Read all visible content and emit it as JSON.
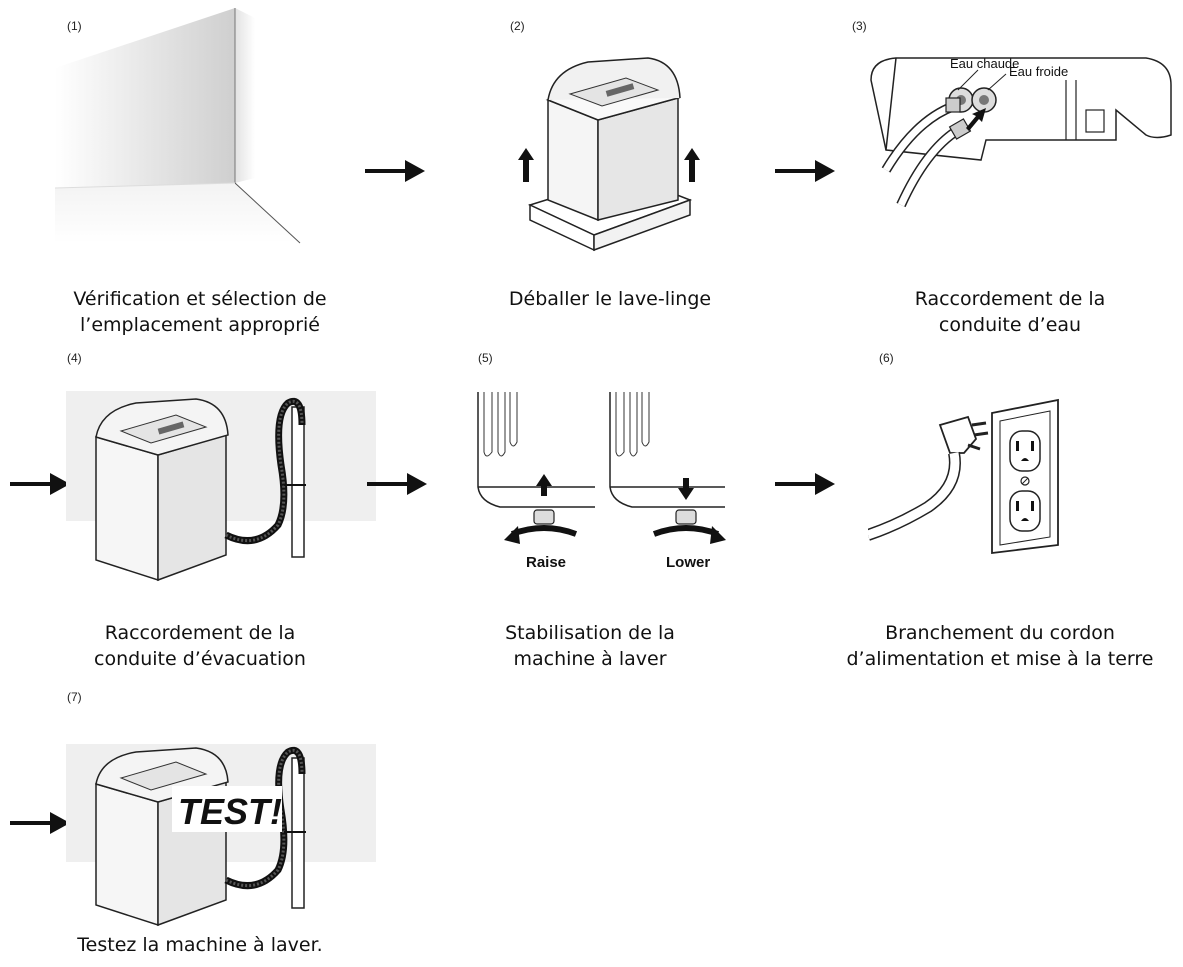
{
  "steps": [
    {
      "number": "(1)",
      "caption_lines": [
        "Vérification et sélection de",
        "l’emplacement approprié"
      ],
      "illustration": "room-corner"
    },
    {
      "number": "(2)",
      "caption_lines": [
        "Déballer le lave-linge"
      ],
      "illustration": "washer-unpacking"
    },
    {
      "number": "(3)",
      "caption_lines": [
        "Raccordement de la",
        "conduite d’eau"
      ],
      "illustration": "water-hose-connection",
      "labels": {
        "hot": "Eau chaude",
        "cold": "Eau froide"
      }
    },
    {
      "number": "(4)",
      "caption_lines": [
        "Raccordement de la",
        "conduite d’évacuation"
      ],
      "illustration": "drain-hose"
    },
    {
      "number": "(5)",
      "caption_lines": [
        "Stabilisation de la",
        "machine à laver"
      ],
      "illustration": "leveling-feet",
      "labels": {
        "raise": "Raise",
        "lower": "Lower"
      }
    },
    {
      "number": "(6)",
      "caption_lines": [
        "Branchement du cordon",
        "d’alimentation et mise à la terre"
      ],
      "illustration": "power-plug-outlet"
    },
    {
      "number": "(7)",
      "caption_lines": [
        "Testez la machine à laver."
      ],
      "illustration": "washer-test",
      "labels": {
        "badge": "TEST!"
      }
    }
  ],
  "colors": {
    "text": "#111111",
    "arrow": "#111111",
    "wall": "#efefef",
    "line": "#222222"
  },
  "icons": [
    "right-arrow-icon",
    "up-arrow-icon",
    "down-arrow-icon",
    "curved-arrow-icon"
  ]
}
